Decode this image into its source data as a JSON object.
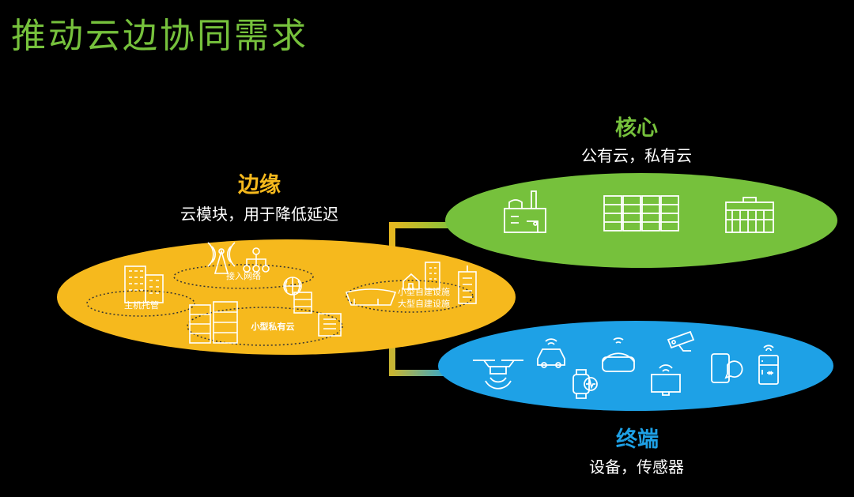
{
  "page": {
    "title": "推动云边协同需求"
  },
  "edge": {
    "heading": "边缘",
    "subtitle": "云模块，用于降低延迟",
    "labels": {
      "hosting": "主机托管",
      "access": "接入网络",
      "private_cloud": "小型私有云",
      "small_facility": "小型自建设施",
      "large_facility": "大型自建设施"
    }
  },
  "core": {
    "heading": "核心",
    "subtitle": "公有云，私有云"
  },
  "terminal": {
    "heading": "终端",
    "subtitle": "设备，传感器"
  },
  "colors": {
    "background": "#000000",
    "edge": "#f6b91d",
    "core": "#76c13c",
    "terminal": "#1ea1e6",
    "title": "#76c13c"
  }
}
